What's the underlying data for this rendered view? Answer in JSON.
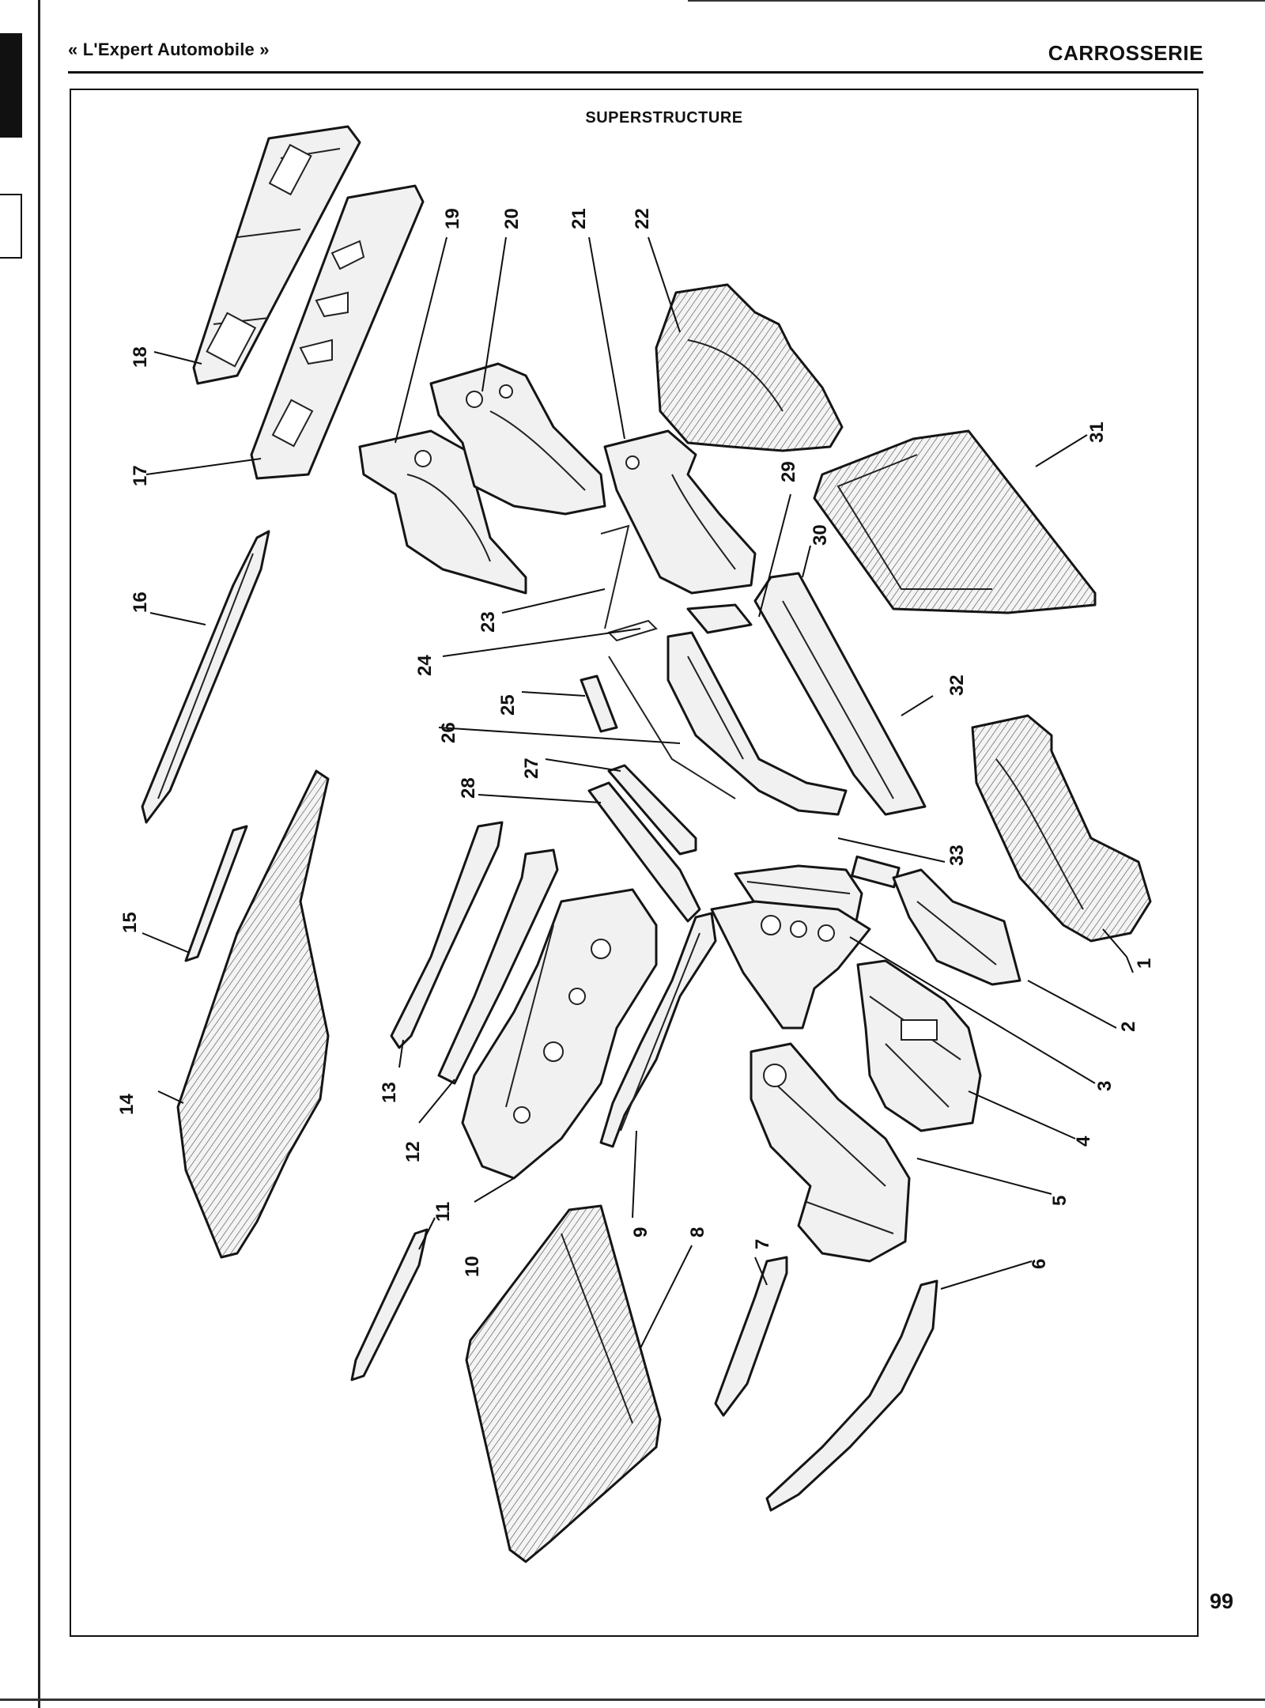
{
  "header": {
    "publication": "« L'Expert Automobile »",
    "section": "CARROSSERIE"
  },
  "diagram": {
    "title": "SUPERSTRUCTURE",
    "callouts": [
      "1",
      "2",
      "3",
      "4",
      "5",
      "6",
      "7",
      "8",
      "9",
      "10",
      "11",
      "12",
      "13",
      "14",
      "15",
      "16",
      "17",
      "18",
      "19",
      "20",
      "21",
      "22",
      "23",
      "24",
      "25",
      "26",
      "27",
      "28",
      "29",
      "30",
      "31",
      "32",
      "33"
    ]
  },
  "footer": {
    "page_number": "99"
  }
}
